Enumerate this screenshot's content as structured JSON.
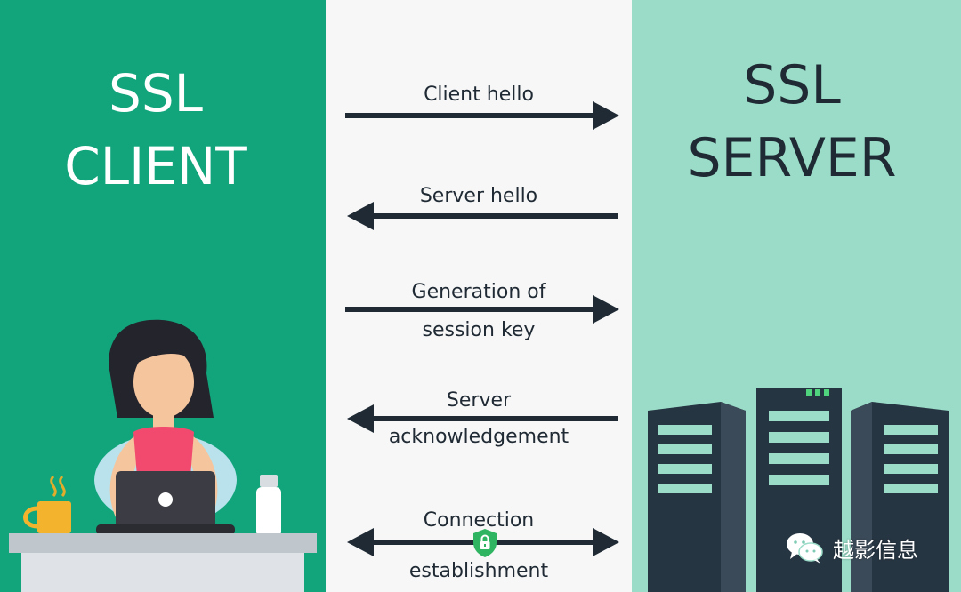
{
  "client": {
    "title_line1": "SSL",
    "title_line2": "CLIENT"
  },
  "server": {
    "title_line1": "SSL",
    "title_line2": "SERVER"
  },
  "steps": [
    {
      "label": "Client hello",
      "direction": "right"
    },
    {
      "label": "Server hello",
      "direction": "left"
    },
    {
      "label_line1": "Generation of",
      "label_line2": "session key",
      "direction": "right"
    },
    {
      "label_line1": "Server",
      "label_line2": "acknowledgement",
      "direction": "left"
    },
    {
      "label_line1": "Connection",
      "label_line2": "establishment",
      "direction": "both"
    }
  ],
  "watermark": {
    "text": "越影信息",
    "icon": "wechat-icon"
  },
  "colors": {
    "client_bg": "#12a57c",
    "middle_bg": "#f7f7f7",
    "server_bg": "#9adcc8",
    "arrow": "#1f2a34",
    "lock": "#2fb562"
  }
}
